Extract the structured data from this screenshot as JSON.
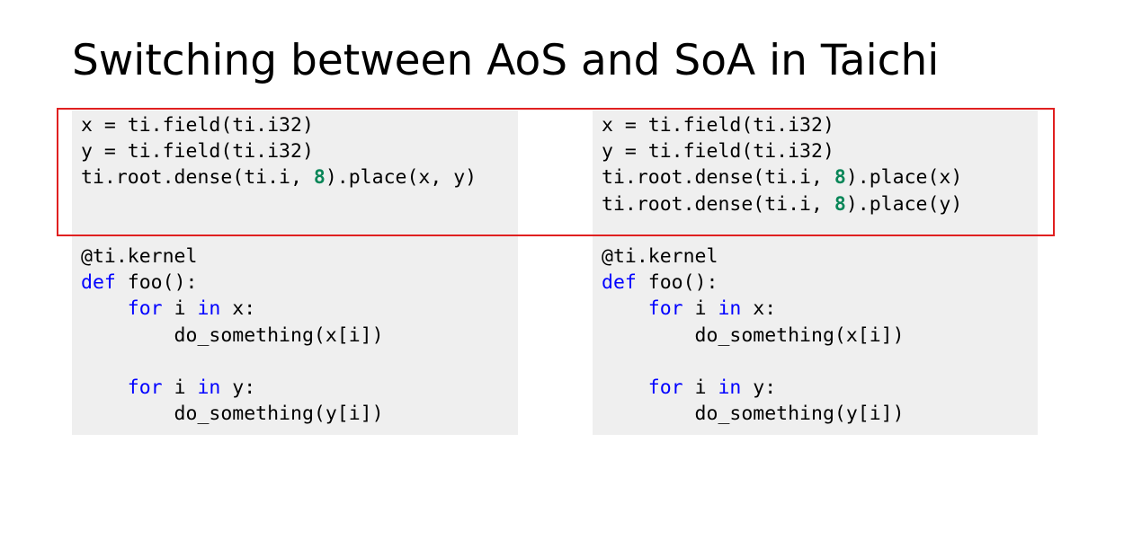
{
  "title": "Switching between AoS and SoA in Taichi",
  "colors": {
    "keyword": "#0000ff",
    "number": "#098658",
    "code_background": "#efefef",
    "highlight_border": "#e02020"
  },
  "panels": {
    "aos_declaration": {
      "lines": [
        [
          {
            "t": "x = ti.field(ti.i32)",
            "c": "plain"
          }
        ],
        [
          {
            "t": "y = ti.field(ti.i32)",
            "c": "plain"
          }
        ],
        [
          {
            "t": "ti.root.dense(ti.i, ",
            "c": "plain"
          },
          {
            "t": "8",
            "c": "num"
          },
          {
            "t": ").place(x, y)",
            "c": "plain"
          }
        ]
      ]
    },
    "soa_declaration": {
      "lines": [
        [
          {
            "t": "x = ti.field(ti.i32)",
            "c": "plain"
          }
        ],
        [
          {
            "t": "y = ti.field(ti.i32)",
            "c": "plain"
          }
        ],
        [
          {
            "t": "ti.root.dense(ti.i, ",
            "c": "plain"
          },
          {
            "t": "8",
            "c": "num"
          },
          {
            "t": ").place(x)",
            "c": "plain"
          }
        ],
        [
          {
            "t": "ti.root.dense(ti.i, ",
            "c": "plain"
          },
          {
            "t": "8",
            "c": "num"
          },
          {
            "t": ").place(y)",
            "c": "plain"
          }
        ]
      ]
    },
    "aos_kernel": {
      "lines": [
        [
          {
            "t": "@ti.kernel",
            "c": "plain"
          }
        ],
        [
          {
            "t": "def",
            "c": "kw"
          },
          {
            "t": " foo():",
            "c": "plain"
          }
        ],
        [
          {
            "t": "    ",
            "c": "plain"
          },
          {
            "t": "for",
            "c": "kw"
          },
          {
            "t": " i ",
            "c": "plain"
          },
          {
            "t": "in",
            "c": "kw"
          },
          {
            "t": " x:",
            "c": "plain"
          }
        ],
        [
          {
            "t": "        do_something(x[i])",
            "c": "plain"
          }
        ],
        [],
        [
          {
            "t": "    ",
            "c": "plain"
          },
          {
            "t": "for",
            "c": "kw"
          },
          {
            "t": " i ",
            "c": "plain"
          },
          {
            "t": "in",
            "c": "kw"
          },
          {
            "t": " y:",
            "c": "plain"
          }
        ],
        [
          {
            "t": "        do_something(y[i])",
            "c": "plain"
          }
        ]
      ]
    },
    "soa_kernel": {
      "lines": [
        [
          {
            "t": "@ti.kernel",
            "c": "plain"
          }
        ],
        [
          {
            "t": "def",
            "c": "kw"
          },
          {
            "t": " foo():",
            "c": "plain"
          }
        ],
        [
          {
            "t": "    ",
            "c": "plain"
          },
          {
            "t": "for",
            "c": "kw"
          },
          {
            "t": " i ",
            "c": "plain"
          },
          {
            "t": "in",
            "c": "kw"
          },
          {
            "t": " x:",
            "c": "plain"
          }
        ],
        [
          {
            "t": "        do_something(x[i])",
            "c": "plain"
          }
        ],
        [],
        [
          {
            "t": "    ",
            "c": "plain"
          },
          {
            "t": "for",
            "c": "kw"
          },
          {
            "t": " i ",
            "c": "plain"
          },
          {
            "t": "in",
            "c": "kw"
          },
          {
            "t": " y:",
            "c": "plain"
          }
        ],
        [
          {
            "t": "        do_something(y[i])",
            "c": "plain"
          }
        ]
      ]
    }
  }
}
